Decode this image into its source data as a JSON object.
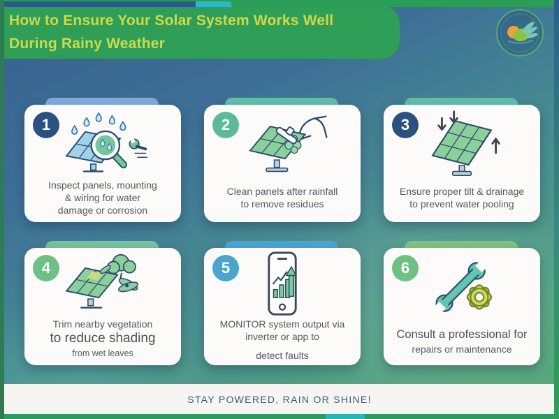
{
  "header": {
    "title_line1": "How to Ensure Your Solar System Works Well",
    "title_line2": "During Rainy Weather",
    "bg_color": "#2f9e56",
    "text_color": "#cdda4b"
  },
  "logo": {
    "icon": "sun-leaf-circle-badge-logo",
    "ring_color": "#57a97c",
    "sun_color": "#f0a03c",
    "leaf_color": "#8bc53f",
    "frond_color": "#79c7b6"
  },
  "frame": {
    "top_line_green": "#2a9e57",
    "top_navy": "#2b5b8a",
    "top_cyan": "#2fb6c9",
    "top_green": "#2a9e57",
    "bottom_green": "#2e9960",
    "bottom_cyan": "#2ab5b5",
    "left_strip": "#2e7d52"
  },
  "cards": [
    {
      "number": "1",
      "badge_color": "#2b5180",
      "tab_color": "#84a9dc",
      "icon": "panel-magnifier-raindrops-icon",
      "lines": [
        "Inspect panels, mounting",
        "& wiring for water",
        "damage or corrosion"
      ]
    },
    {
      "number": "2",
      "badge_color": "#5eb998",
      "tab_color": "#64bdab",
      "icon": "panel-squeegee-hand-icon",
      "lines": [
        "Clean panels after rainfall",
        "to remove residues"
      ]
    },
    {
      "number": "3",
      "badge_color": "#2b5180",
      "tab_color": "#64bdab",
      "icon": "tilted-panel-arrows-icon",
      "lines": [
        "Ensure proper tilt & drainage",
        "to prevent water pooling"
      ]
    },
    {
      "number": "4",
      "badge_color": "#6ec184",
      "tab_color": "#74c59b",
      "icon": "panel-tree-pruning-icon",
      "lines": [
        "Trim nearby vegetation",
        "to reduce shading",
        "from wet leaves"
      ]
    },
    {
      "number": "5",
      "badge_color": "#49a5cc",
      "tab_color": "#46a6d6",
      "icon": "phone-output-chart-icon",
      "lines": [
        "MONITOR system output via",
        "inverter or app to",
        "detect faults"
      ]
    },
    {
      "number": "6",
      "badge_color": "#6ec184",
      "tab_color": "#7ec47e",
      "icon": "wrench-gear-icon",
      "lines": [
        "Consult a professional for",
        "repairs or maintenance"
      ]
    }
  ],
  "footer": {
    "text": "STAY POWERED, RAIN OR SHINE!",
    "bg_color": "#f6f5f1",
    "text_color": "#3d5a78"
  }
}
